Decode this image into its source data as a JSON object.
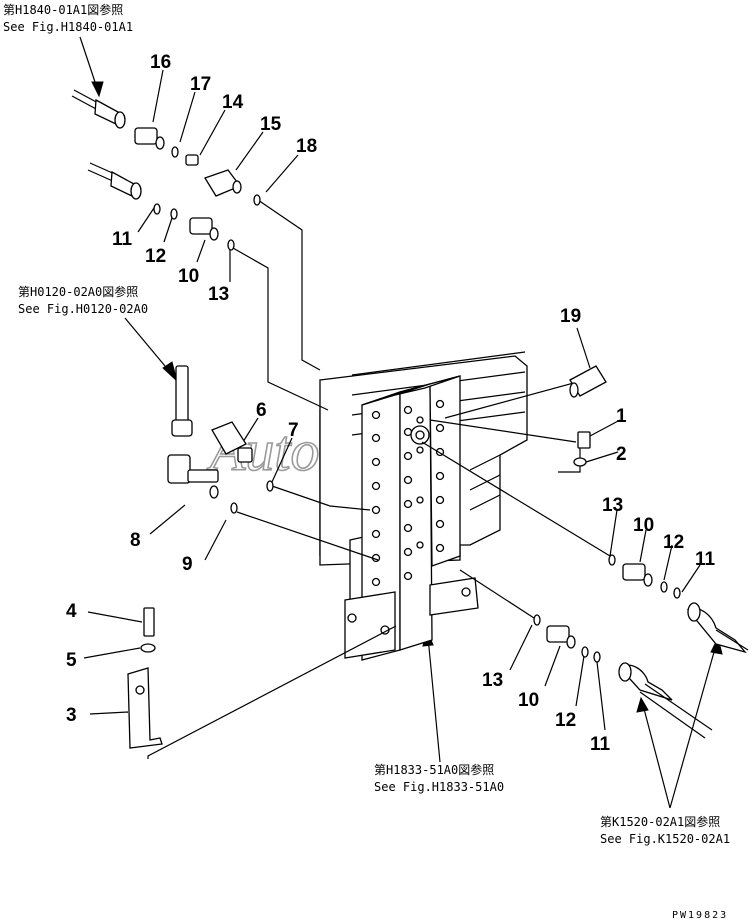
{
  "references": [
    {
      "jp": "第H1840-01A1図参照",
      "en": "See Fig.H1840-01A1"
    },
    {
      "jp": "第H0120-02A0図参照",
      "en": "See Fig.H0120-02A0"
    },
    {
      "jp": "第H1833-51A0図参照",
      "en": "See Fig.H1833-51A0"
    },
    {
      "jp": "第K1520-02A1図参照",
      "en": "See Fig.K1520-02A1"
    }
  ],
  "callouts": [
    "16",
    "17",
    "14",
    "15",
    "18",
    "11",
    "12",
    "10",
    "13",
    "19",
    "6",
    "7",
    "1",
    "2",
    "8",
    "9",
    "13",
    "10",
    "12",
    "11",
    "4",
    "5",
    "3",
    "13",
    "10",
    "12",
    "11"
  ],
  "watermark": "AutoSoft",
  "drawing_code": "PW19823"
}
